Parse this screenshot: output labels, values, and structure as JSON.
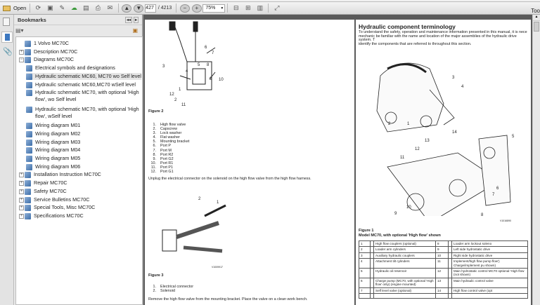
{
  "toolbar": {
    "open_label": "Open",
    "page_current": "427",
    "page_total": "/ 4213",
    "zoom": "75%",
    "tools_label": "Too"
  },
  "bookmarks": {
    "title": "Bookmarks",
    "items": [
      {
        "label": "1 Volvo MC70C",
        "level": 0,
        "expander": ""
      },
      {
        "label": "Description MC70C",
        "level": 0,
        "expander": "+"
      },
      {
        "label": "Diagrams MC70C",
        "level": 0,
        "expander": "−"
      },
      {
        "label": "Electrical symbols and designations",
        "level": 1
      },
      {
        "label": "Hydraulic schematic MC60, MC70 wo Self level",
        "level": 1,
        "selected": true
      },
      {
        "label": "Hydraulic schematic MC60,MC70 wSelf level",
        "level": 1
      },
      {
        "label": "Hydraulic schematic MC70, with optional 'High flow', wo Self level",
        "level": 1,
        "lines": [
          "Hydraulic schematic MC70, with optional 'High",
          "flow', wo Self level"
        ]
      },
      {
        "label": "Hydraulic schematic MC70, with optional 'High flow', wSelf level",
        "level": 1,
        "lines": [
          "Hydraulic schematic MC70, with optional 'High",
          "flow', wSelf level"
        ]
      },
      {
        "label": "Wiring diagram M01",
        "level": 1
      },
      {
        "label": "Wiring diagram M02",
        "level": 1
      },
      {
        "label": "Wiring diagram M03",
        "level": 1
      },
      {
        "label": "Wiring diagram M04",
        "level": 1
      },
      {
        "label": "Wiring diagram M05",
        "level": 1
      },
      {
        "label": "Wiring diagram M06",
        "level": 1
      },
      {
        "label": "Installation Instruction MC70C",
        "level": 0,
        "expander": "+"
      },
      {
        "label": "Repair MC70C",
        "level": 0,
        "expander": "+"
      },
      {
        "label": "Safety MC70C",
        "level": 0,
        "expander": "+"
      },
      {
        "label": "Service Bulletins MC70C",
        "level": 0,
        "expander": "+"
      },
      {
        "label": "Special Tools, Misc MC70C",
        "level": 0,
        "expander": "+"
      },
      {
        "label": "Specifications MC70C",
        "level": 0,
        "expander": "+"
      }
    ]
  },
  "left_page": {
    "figure2_caption": "Figure 2",
    "figure2_items": [
      "High flow valve",
      "Capscrew",
      "Lock washer",
      "Flat washer",
      "Mounting bracket",
      "Port P",
      "Port M",
      "Port R2",
      "Port G2",
      "Port R1",
      "Port P1",
      "Port G1"
    ],
    "figure2_callouts": [
      "6",
      "7",
      "8",
      "9",
      "10",
      "5",
      "4",
      "3",
      "12",
      "2",
      "11",
      "1"
    ],
    "step1": "Unplug the electrical connector on the solenoid on the high flow valve from the high flow harness.",
    "figure3_code": "V1009917",
    "figure3_caption": "Figure 3",
    "figure3_callouts": [
      "2",
      "1"
    ],
    "figure3_items": [
      "Electrical connector",
      "Solenoid"
    ],
    "step2": "Remove the high flow valve from the mounting bracket. Place the valve on a clean work bench."
  },
  "right_page": {
    "title": "Hydraulic component terminology",
    "intro": [
      "To understand the safety, operation and maintenance information presented in this manual, it is nece",
      "mechanic be familiar with the name and location of the major assemblies of the hydraulic drive system. T",
      "identify the components that are referred to throughout this section."
    ],
    "figure1_code": "V1016890",
    "figure1_caption": "Figure 1",
    "figure1_subtitle": "Model MC70, with optional 'High flow' shown",
    "callouts": [
      "3",
      "4",
      "2",
      "1",
      "14",
      "5",
      "13",
      "12",
      "11",
      "6",
      "7",
      "10",
      "9",
      "8"
    ],
    "table": [
      [
        "1",
        "High flow couplers (optional)",
        "8",
        "Loader arm lockout soleno"
      ],
      [
        "2",
        "Loader arm cylinders",
        "9",
        "Left side hydrostatic drive"
      ],
      [
        "3",
        "Auxiliary hydraulic couplers",
        "10",
        "Right side hydrostatic drive"
      ],
      [
        "4",
        "Attachment tilt cylinders",
        "11",
        "Implement/high flow pump flow') Charge/implement pu shown)"
      ],
      [
        "5",
        "Hydraulic oil reservoir",
        "12",
        "Main hydrostatic control MC70 optional 'High flow (not shown)"
      ],
      [
        "6",
        "Charge pump (MC70, with optional 'High flow' only) (engine mounted)",
        "13",
        "Main hydraulic control valve"
      ],
      [
        "7",
        "Self level valve (optional)",
        "14",
        "High flow control valve (opt"
      ],
      [
        "",
        "",
        "",
        ""
      ]
    ]
  }
}
